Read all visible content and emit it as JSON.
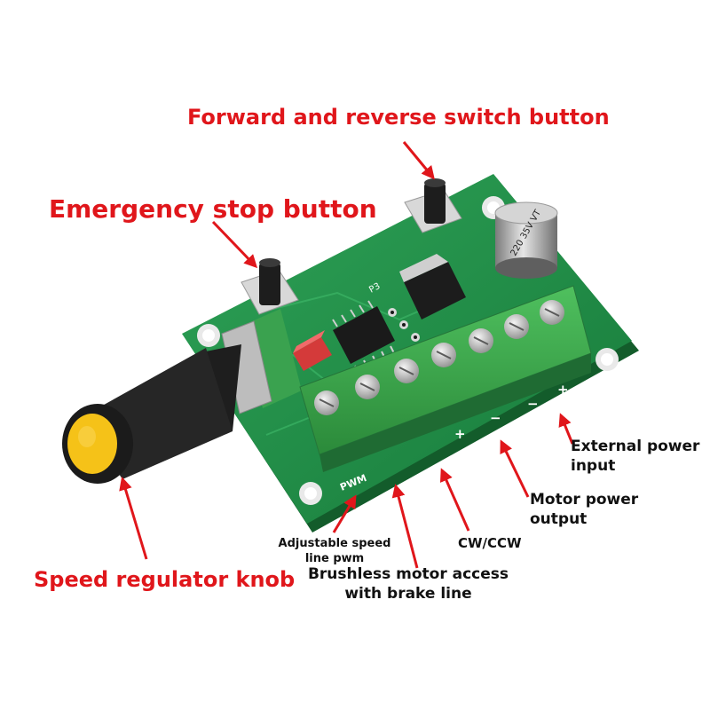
{
  "labels": {
    "forward_reverse": "Forward and reverse switch button",
    "emergency_stop": "Emergency stop button",
    "speed_knob": "Speed regulator knob",
    "external_power": "External power input",
    "motor_power": "Motor power output",
    "adjustable_speed": "Adjustable speed line pwm",
    "cw_ccw": "CW/CCW",
    "brushless_motor": "Brushless motor access with brake line"
  },
  "board_text": {
    "pwm": "PWM",
    "capacitor": "220 35V VT",
    "p3": "P3",
    "plus": "+",
    "minus": "−"
  },
  "colors": {
    "label_red": "#e0161b",
    "label_black": "#111111",
    "pcb_green": "#1f8a45",
    "terminal_green": "#3aa84a",
    "knob_black": "#1e1e1e",
    "knob_yellow": "#f5c218"
  }
}
